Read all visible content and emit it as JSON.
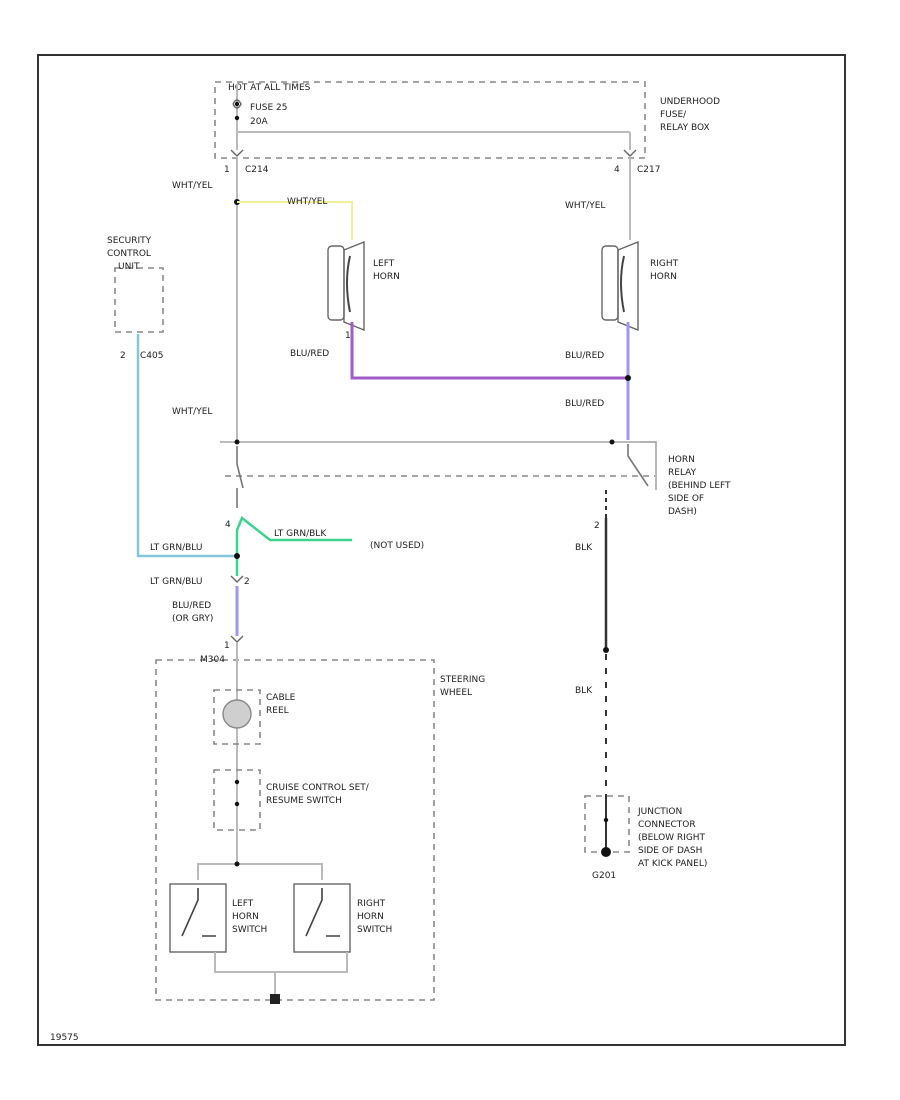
{
  "fuse_box": {
    "hot_label": "HOT AT ALL TIMES",
    "fuse_name": "FUSE 25",
    "fuse_rating": "20A",
    "box_label": [
      "UNDERHOOD",
      "FUSE/",
      "RELAY BOX"
    ]
  },
  "connectors": {
    "c214": "C214",
    "c217": "C217",
    "c214_pin": "1",
    "c217_pin": "4",
    "c405": "C405",
    "c405_pin": "2",
    "n_pin": "4",
    "lt_pin": "2",
    "blu_pin": "1",
    "relay_pin": "2",
    "m304": "M304"
  },
  "wires": {
    "wht_yel_left": "WHT/YEL",
    "wht_yel_horn": "WHT/YEL",
    "wht_yel_right": "WHT/YEL",
    "blu_red_left": "BLU/RED",
    "blu_red_right1": "BLU/RED",
    "blu_red_right2": "BLU/RED",
    "wht_yel_mid": "WHT/YEL",
    "lt_grn_blu_left": "LT GRN/BLU",
    "lt_grn_blu_tag": "LT GRN/BLK",
    "not_used": "(NOT USED)",
    "lt_grn_blu_lower": "LT GRN/BLU",
    "blu_red_or": "BLU/RED",
    "or_gry": "(OR GRY)",
    "blk_upper": "BLK",
    "blk_lower": "BLK"
  },
  "components": {
    "security": [
      "SECURITY",
      "CONTROL",
      "UNIT"
    ],
    "left_horn": [
      "LEFT",
      "HORN"
    ],
    "right_horn": [
      "RIGHT",
      "HORN"
    ],
    "horn_relay": [
      "HORN",
      "RELAY",
      "(BEHIND LEFT",
      "SIDE OF",
      "DASH)"
    ],
    "steering_wheel": [
      "STEERING",
      "WHEEL"
    ],
    "cable_reel": [
      "CABLE",
      "REEL"
    ],
    "cruise": [
      "CRUISE CONTROL SET/",
      "RESUME SWITCH"
    ],
    "left_horn_switch": [
      "LEFT",
      "HORN",
      "SWITCH"
    ],
    "right_horn_switch": [
      "RIGHT",
      "HORN",
      "SWITCH"
    ],
    "junction": [
      "JUNCTION",
      "CONNECTOR",
      "(BELOW RIGHT",
      "SIDE OF DASH",
      "AT KICK PANEL)"
    ],
    "ground": "G201"
  },
  "footer_code": "19575",
  "colors": {
    "white_wire": "#bbbbbb",
    "yellow_wire": "#f2ef9a",
    "violet_wire": "#a15cc8",
    "blue_wire": "#9a9af0",
    "lt_blue_wire": "#86c6dc",
    "green_wire": "#3cd48a",
    "black_wire": "#333333"
  }
}
